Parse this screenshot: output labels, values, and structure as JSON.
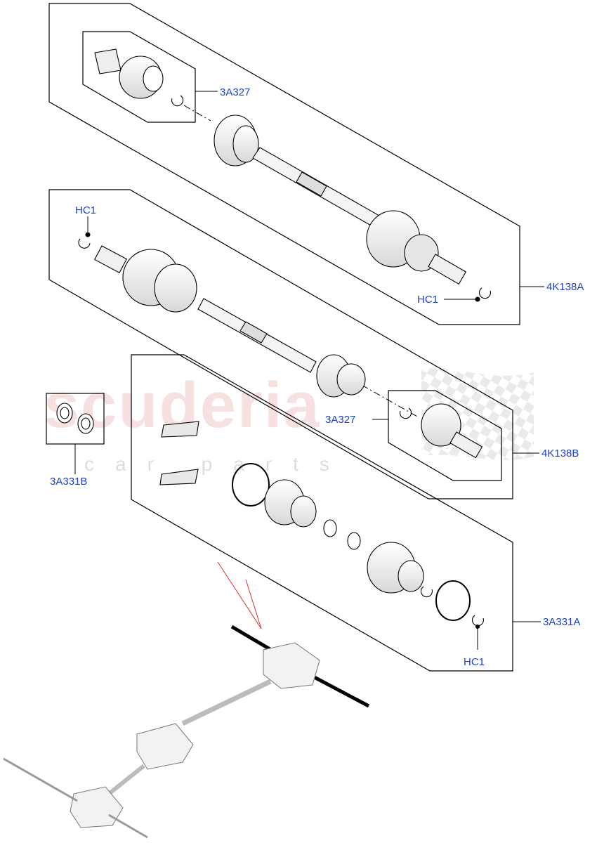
{
  "watermark": {
    "brand": "scuderia",
    "sub": "car parts"
  },
  "callouts": [
    {
      "id": "3a327-top",
      "text": "3A327"
    },
    {
      "id": "hc1-left",
      "text": "HC1"
    },
    {
      "id": "hc1-right",
      "text": "HC1"
    },
    {
      "id": "4k138a",
      "text": "4K138A"
    },
    {
      "id": "3a327-mid",
      "text": "3A327"
    },
    {
      "id": "3a331b",
      "text": "3A331B"
    },
    {
      "id": "4k138b",
      "text": "4K138B"
    },
    {
      "id": "3a331a",
      "text": "3A331A"
    },
    {
      "id": "hc1-bottom",
      "text": "HC1"
    }
  ],
  "colors": {
    "callout": "#1a3fd6",
    "line": "#000000",
    "pointer": "#e03030",
    "watermark": "#f2c8c8"
  }
}
